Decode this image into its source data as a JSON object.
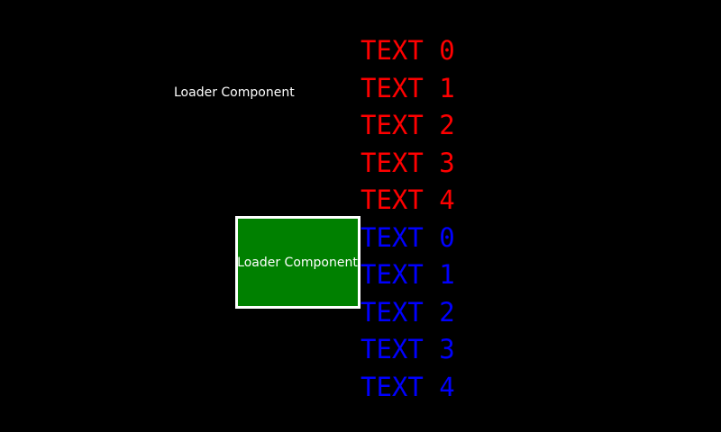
{
  "loader": {
    "label": "Loader Component",
    "box_label": "Loader Component",
    "box_color": "#008000",
    "box_border_color": "#ffffff"
  },
  "red_list": {
    "color": "#ff0000",
    "items": [
      "TEXT 0",
      "TEXT 1",
      "TEXT 2",
      "TEXT 3",
      "TEXT 4"
    ]
  },
  "blue_list": {
    "color": "#0000ff",
    "items": [
      "TEXT 0",
      "TEXT 1",
      "TEXT 2",
      "TEXT 3",
      "TEXT 4"
    ]
  }
}
